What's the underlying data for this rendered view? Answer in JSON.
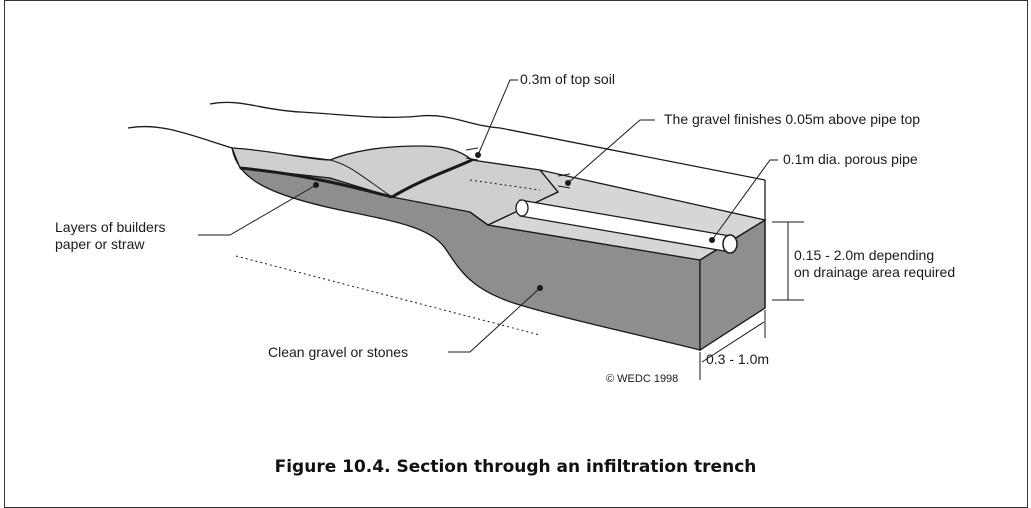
{
  "figure": {
    "caption": "Figure 10.4. Section through an infiltration trench",
    "copyright": "© WEDC 1998"
  },
  "labels": {
    "top_soil": "0.3m of top soil",
    "gravel_finish": "The gravel finishes 0.05m above pipe top",
    "pipe": "0.1m dia. porous pipe",
    "layers_line1": "Layers of builders",
    "layers_line2": "paper or straw",
    "depth_line1": "0.15 - 2.0m depending",
    "depth_line2": "on drainage area required",
    "clean_gravel": "Clean gravel or stones",
    "width": "0.3 - 1.0m"
  },
  "colors": {
    "gravel_side": "#8e8e8e",
    "gravel_top": "#d6d6d6",
    "soil_mound": "#cfcfcf",
    "pipe": "#ffffff",
    "outline": "#1a1a1a"
  }
}
